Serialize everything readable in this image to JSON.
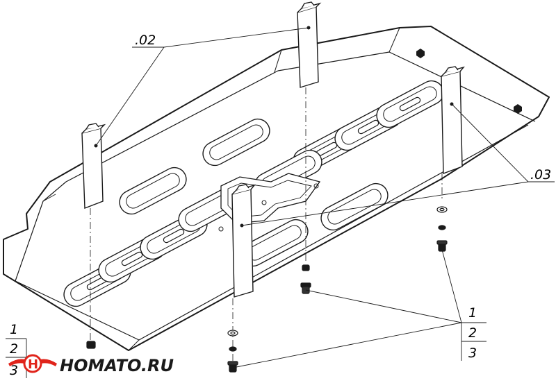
{
  "callouts": {
    "part_02": ".02",
    "part_03": ".03",
    "hardware_right": [
      "1",
      "2",
      "3"
    ],
    "hardware_left": [
      "1",
      "2",
      "3"
    ]
  },
  "logo": {
    "text": "HOMATO.RU",
    "accent_color": "#e0241b"
  },
  "colors": {
    "line": "#1a1a1a",
    "background": "#ffffff"
  }
}
